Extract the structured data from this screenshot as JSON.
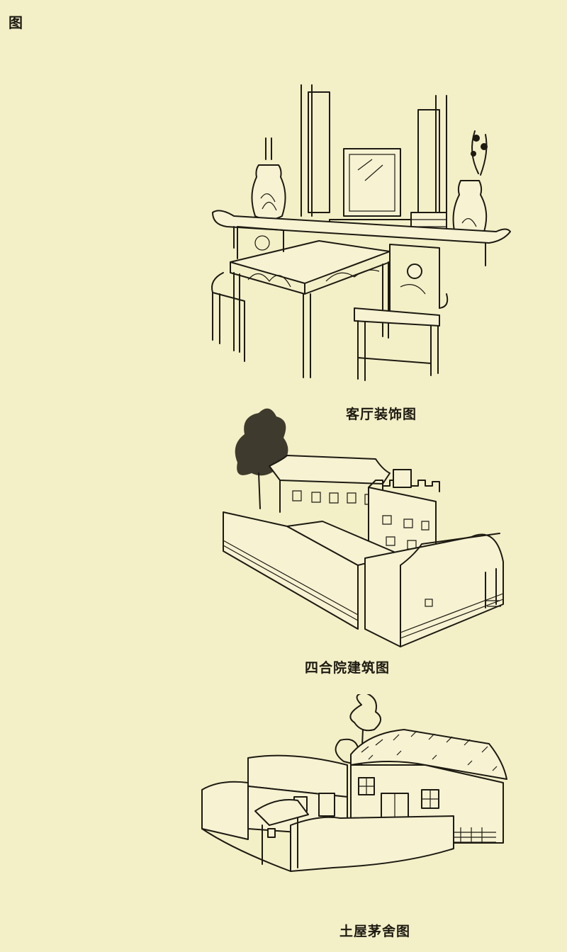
{
  "page": {
    "corner_char": "图",
    "figures": [
      {
        "caption": "客厅装饰图"
      },
      {
        "caption": "四合院建筑图"
      },
      {
        "caption": "土屋茅舍图"
      }
    ]
  }
}
